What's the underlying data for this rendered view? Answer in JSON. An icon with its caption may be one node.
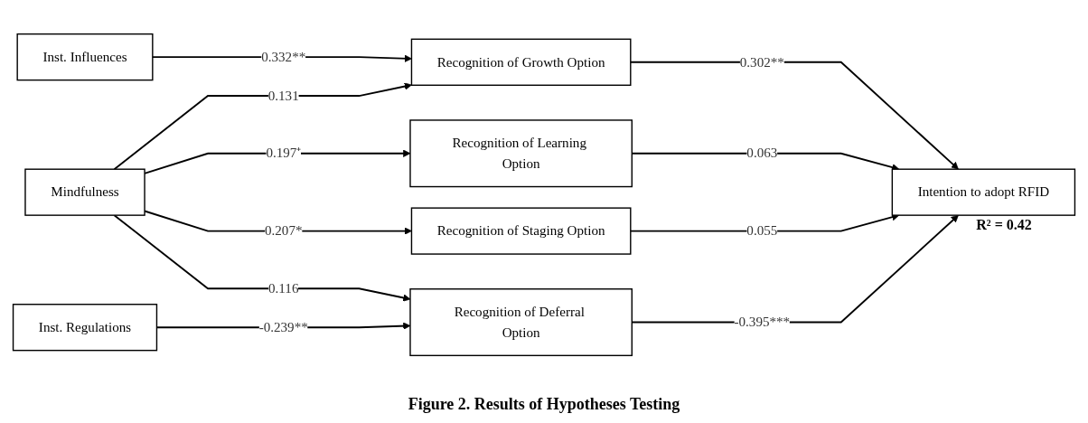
{
  "diagram": {
    "caption": "Figure 2.  Results of Hypotheses Testing",
    "nodes": [
      {
        "text": [
          "Inst. Influences"
        ]
      },
      {
        "text": [
          "Mindfulness"
        ]
      },
      {
        "text": [
          "Inst. Regulations"
        ]
      },
      {
        "text": [
          "Recognition of Growth Option"
        ]
      },
      {
        "text": [
          "Recognition of Learning Option"
        ]
      },
      {
        "text": [
          "Recognition of Staging Option"
        ]
      },
      {
        "text": [
          "Recognition of Deferral Option"
        ]
      },
      {
        "text": [
          "Intention to adopt RFID"
        ],
        "beside": [
          "R² = 0.42"
        ]
      }
    ],
    "edges": [
      {
        "from": 0,
        "to": 3,
        "arrow": "to",
        "label": "0.332**"
      },
      {
        "from": 1,
        "to": 3,
        "arrow": "to",
        "label": "0.131"
      },
      {
        "from": 1,
        "to": 4,
        "arrow": "to",
        "label": "0.197⁺"
      },
      {
        "from": 1,
        "to": 5,
        "arrow": "to",
        "label": "0.207*"
      },
      {
        "from": 1,
        "to": 6,
        "arrow": "to",
        "label": "0.116"
      },
      {
        "from": 2,
        "to": 6,
        "arrow": "to",
        "label": "-0.239**"
      },
      {
        "from": 3,
        "to": 7,
        "arrow": "to",
        "label": "0.302**"
      },
      {
        "from": 4,
        "to": 7,
        "arrow": "to",
        "label": "0.063"
      },
      {
        "from": 5,
        "to": 7,
        "arrow": "to",
        "label": "0.055"
      },
      {
        "from": 6,
        "to": 7,
        "arrow": "to",
        "label": "-0.395***"
      }
    ]
  }
}
